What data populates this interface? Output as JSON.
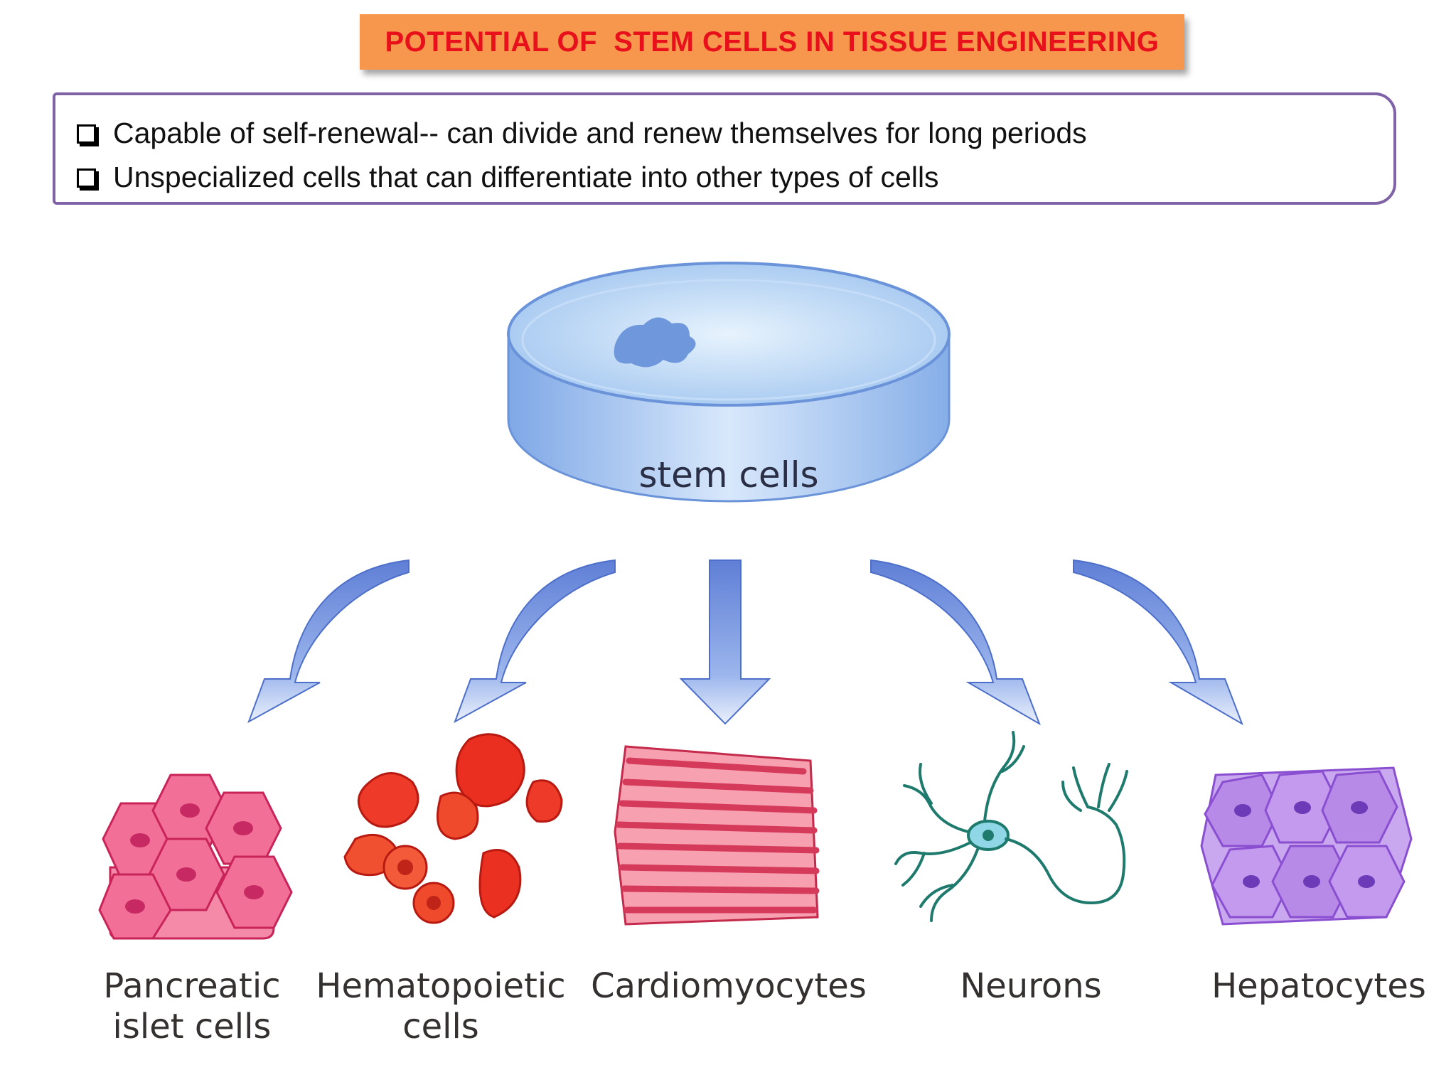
{
  "title": "POTENTIAL OF  STEM CELLS IN TISSUE ENGINEERING",
  "bullets": [
    "Capable of self-renewal-- can divide and renew themselves for long periods",
    "Unspecialized cells that can differentiate into other types of cells"
  ],
  "diagram": {
    "source_label": "stem cells",
    "targets": [
      {
        "line1": "Pancreatic",
        "line2": "islet cells"
      },
      {
        "line1": "Hematopoietic",
        "line2": "cells"
      },
      {
        "line1": "Cardiomyocytes",
        "line2": ""
      },
      {
        "line1": "Neurons",
        "line2": ""
      },
      {
        "line1": "Hepatocytes",
        "line2": ""
      }
    ]
  },
  "colors": {
    "banner_bg": "#f7974e",
    "banner_text": "#e8101a",
    "box_border": "#7f63a6",
    "arrow_blue": "#7b9de0",
    "pancreatic": "#f25c8c",
    "blood": "#ee3a28",
    "cardio": "#ec5a72",
    "neuron": "#1f7a6e",
    "hepato": "#b88ae8"
  }
}
